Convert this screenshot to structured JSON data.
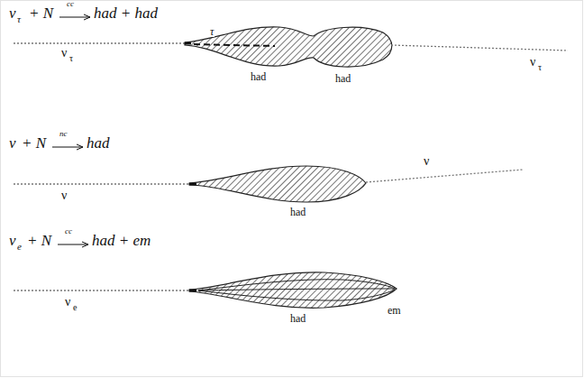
{
  "diagram": {
    "labels": [
      "ν",
      "τ",
      "+ N",
      "cc",
      "had + had",
      "ν",
      "τ",
      "τ",
      "had",
      "had",
      "ν",
      "τ",
      "ν",
      "+ N",
      "nc",
      "had",
      "ν",
      "had",
      "ν",
      "ν",
      "e",
      "+ N",
      "cc",
      "had + em",
      "ν",
      "e",
      "had",
      "em"
    ]
  }
}
